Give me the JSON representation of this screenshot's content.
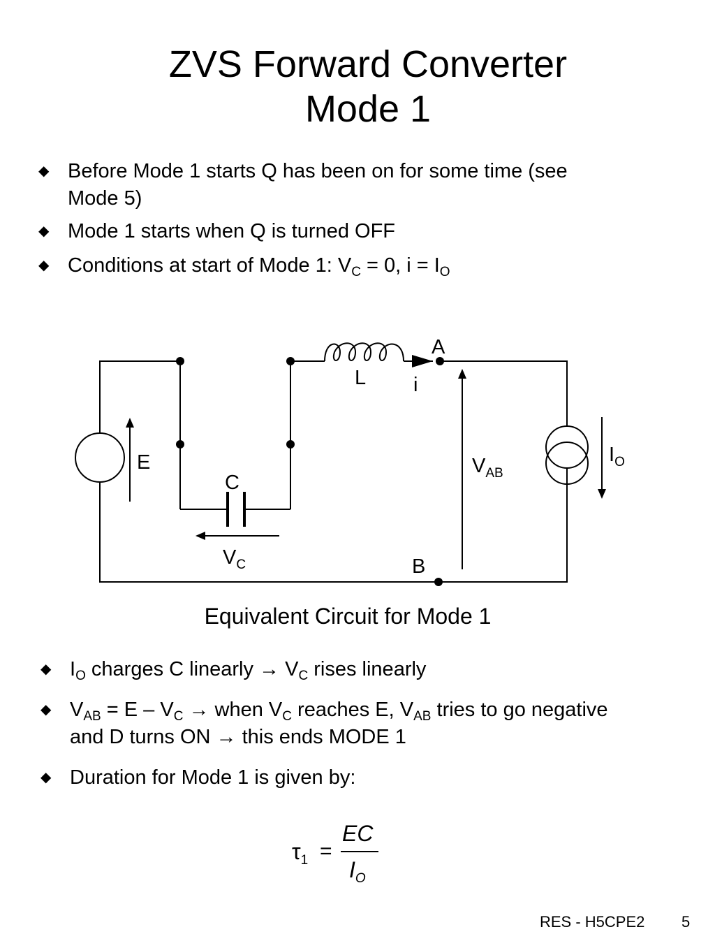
{
  "title": {
    "line1": "ZVS Forward Converter",
    "line2": "Mode 1"
  },
  "bullets_top": [
    {
      "line1": "Before Mode 1 starts Q has been on for some time (see",
      "line2": "Mode 5)"
    },
    {
      "text": "Mode 1 starts when Q is turned OFF"
    },
    {
      "text_a": "Conditions at start of Mode 1: V",
      "sub_a": "C",
      "text_b": " = 0, i = I",
      "sub_b": "O"
    }
  ],
  "circuit": {
    "label_A": "A",
    "label_B": "B",
    "label_L": "L",
    "label_i": "i",
    "label_E": "E",
    "label_C": "C",
    "label_VC": "V",
    "label_VC_sub": "C",
    "label_VAB": "V",
    "label_VAB_sub": "AB",
    "label_IO": "I",
    "label_IO_sub": "O"
  },
  "caption": "Equivalent Circuit for Mode 1",
  "bullets_bottom": [
    {
      "t1": "I",
      "s1": "O",
      "t2": " charges C linearly → V",
      "s2": "C",
      "t3": " rises linearly"
    },
    {
      "t1": "V",
      "s1": "AB",
      "t2": " = E – V",
      "s2": "C",
      "t3": " → when V",
      "s3": "C",
      "t4": " reaches E, V",
      "s4": "AB",
      "t5": " tries to go negative",
      "line2": "and D turns ON → this ends MODE 1"
    },
    {
      "text": "Duration for Mode 1 is given by:"
    }
  ],
  "formula": {
    "tau": "τ",
    "tau_sub": "1",
    "equals": "=",
    "numerator": "EC",
    "denominator": "I",
    "denominator_sub": "O"
  },
  "footer": {
    "course": "RES - H5CPE2",
    "page": "5"
  }
}
